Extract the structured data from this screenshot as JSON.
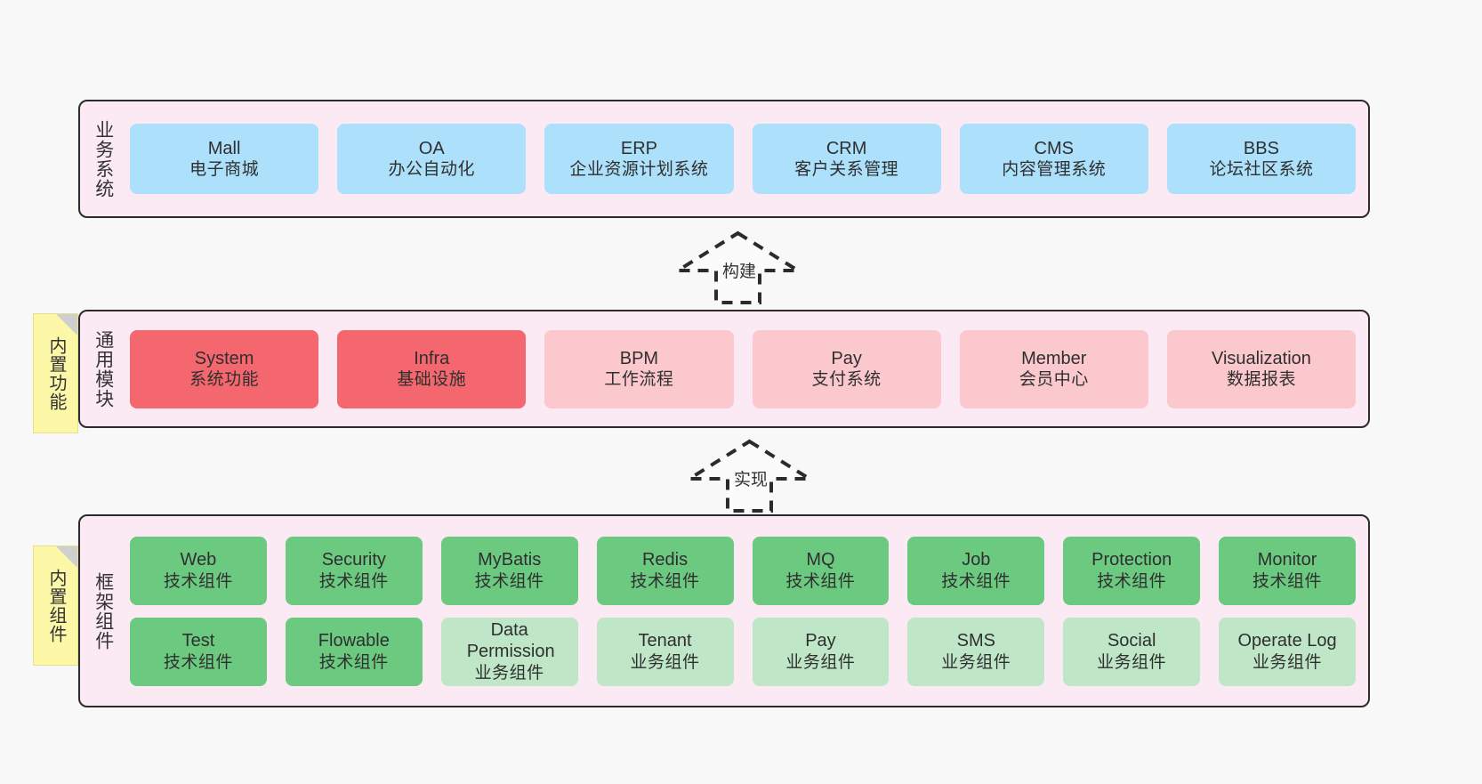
{
  "diagram": {
    "background": "#f8f8f8",
    "panel_bg": "#fbeaf4",
    "panel_border": "#2b2b2b",
    "note_bg": "#fdf8a8"
  },
  "layers": [
    {
      "id": "business-system",
      "title": "业务系统",
      "rows": [
        [
          {
            "en": "Mall",
            "cn": "电子商城",
            "color": "#ade0fb"
          },
          {
            "en": "OA",
            "cn": "办公自动化",
            "color": "#ade0fb"
          },
          {
            "en": "ERP",
            "cn": "企业资源计划系统",
            "color": "#ade0fb"
          },
          {
            "en": "CRM",
            "cn": "客户关系管理",
            "color": "#ade0fb"
          },
          {
            "en": "CMS",
            "cn": "内容管理系统",
            "color": "#ade0fb"
          },
          {
            "en": "BBS",
            "cn": "论坛社区系统",
            "color": "#ade0fb"
          }
        ]
      ]
    },
    {
      "id": "common-module",
      "title": "通用模块",
      "note": "内置功能",
      "rows": [
        [
          {
            "en": "System",
            "cn": "系统功能",
            "color": "#f4676e"
          },
          {
            "en": "Infra",
            "cn": "基础设施",
            "color": "#f4676e"
          },
          {
            "en": "BPM",
            "cn": "工作流程",
            "color": "#fbc8cd"
          },
          {
            "en": "Pay",
            "cn": "支付系统",
            "color": "#fbc8cd"
          },
          {
            "en": "Member",
            "cn": "会员中心",
            "color": "#fbc8cd"
          },
          {
            "en": "Visualization",
            "cn": "数据报表",
            "color": "#fbc8cd"
          }
        ]
      ]
    },
    {
      "id": "framework-component",
      "title": "框架组件",
      "note": "内置组件",
      "rows": [
        [
          {
            "en": "Web",
            "cn": "技术组件",
            "color": "#6cca80"
          },
          {
            "en": "Security",
            "cn": "技术组件",
            "color": "#6cca80"
          },
          {
            "en": "MyBatis",
            "cn": "技术组件",
            "color": "#6cca80"
          },
          {
            "en": "Redis",
            "cn": "技术组件",
            "color": "#6cca80"
          },
          {
            "en": "MQ",
            "cn": "技术组件",
            "color": "#6cca80"
          },
          {
            "en": "Job",
            "cn": "技术组件",
            "color": "#6cca80"
          },
          {
            "en": "Protection",
            "cn": "技术组件",
            "color": "#6cca80"
          },
          {
            "en": "Monitor",
            "cn": "技术组件",
            "color": "#6cca80"
          }
        ],
        [
          {
            "en": "Test",
            "cn": "技术组件",
            "color": "#6cca80"
          },
          {
            "en": "Flowable",
            "cn": "技术组件",
            "color": "#6cca80"
          },
          {
            "en": "Data Permission",
            "cn": "业务组件",
            "color": "#bfe7c7"
          },
          {
            "en": "Tenant",
            "cn": "业务组件",
            "color": "#bfe7c7"
          },
          {
            "en": "Pay",
            "cn": "业务组件",
            "color": "#bfe7c7"
          },
          {
            "en": "SMS",
            "cn": "业务组件",
            "color": "#bfe7c7"
          },
          {
            "en": "Social",
            "cn": "业务组件",
            "color": "#bfe7c7"
          },
          {
            "en": "Operate Log",
            "cn": "业务组件",
            "color": "#bfe7c7"
          }
        ]
      ]
    }
  ],
  "arrows": [
    {
      "id": "build-arrow",
      "label": "构建",
      "direction": "up"
    },
    {
      "id": "implement-arrow",
      "label": "实现",
      "direction": "up"
    }
  ]
}
